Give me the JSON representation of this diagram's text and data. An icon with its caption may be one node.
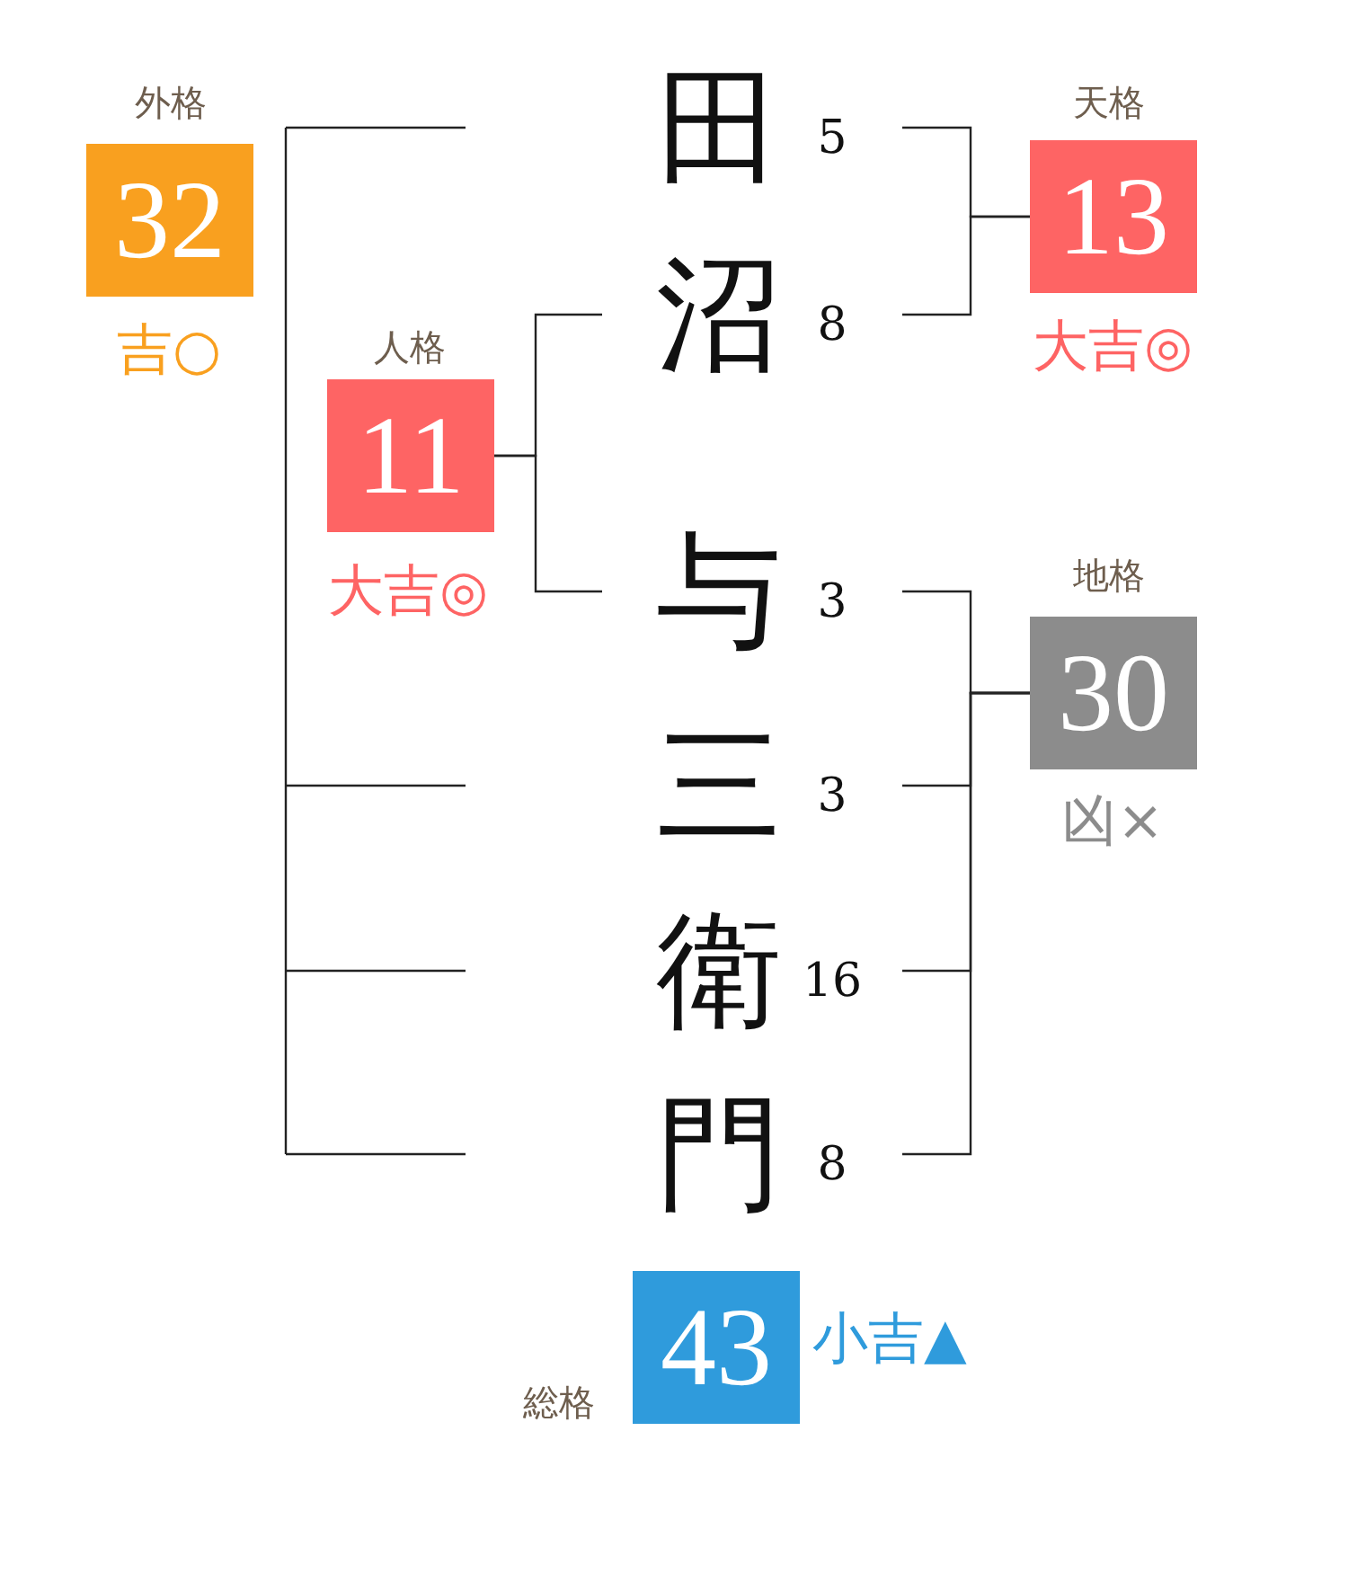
{
  "diagram": {
    "nodes": [
      {
        "text": [
          "外格",
          "32"
        ],
        "beside": [
          "吉○"
        ]
      },
      {
        "text": [
          "田"
        ],
        "beside": [
          "5"
        ]
      },
      {
        "text": [
          "天格",
          "13"
        ],
        "beside": [
          "大吉◎"
        ]
      },
      {
        "text": [
          "沼"
        ],
        "beside": [
          "8"
        ]
      },
      {
        "text": [
          "人格",
          "11"
        ],
        "beside": [
          "大吉◎"
        ]
      },
      {
        "text": [
          "与"
        ],
        "beside": [
          "3"
        ]
      },
      {
        "text": [
          "地格",
          "30"
        ],
        "beside": [
          "凶×"
        ]
      },
      {
        "text": [
          "三"
        ],
        "beside": [
          "3"
        ]
      },
      {
        "text": [
          "衛"
        ],
        "beside": [
          "16"
        ]
      },
      {
        "text": [
          "門"
        ],
        "beside": [
          "8"
        ]
      },
      {
        "text": [
          "総格",
          "43"
        ],
        "beside": [
          "小吉▲"
        ]
      }
    ],
    "edges": [
      {
        "from": 1,
        "to": 2,
        "arrow": "none"
      },
      {
        "from": 3,
        "to": 2,
        "arrow": "none"
      },
      {
        "from": 4,
        "to": 3,
        "arrow": "none"
      },
      {
        "from": 4,
        "to": 5,
        "arrow": "none"
      },
      {
        "from": 5,
        "to": 6,
        "arrow": "none"
      },
      {
        "from": 7,
        "to": 6,
        "arrow": "none"
      },
      {
        "from": 8,
        "to": 6,
        "arrow": "none"
      },
      {
        "from": 9,
        "to": 6,
        "arrow": "none"
      }
    ]
  }
}
